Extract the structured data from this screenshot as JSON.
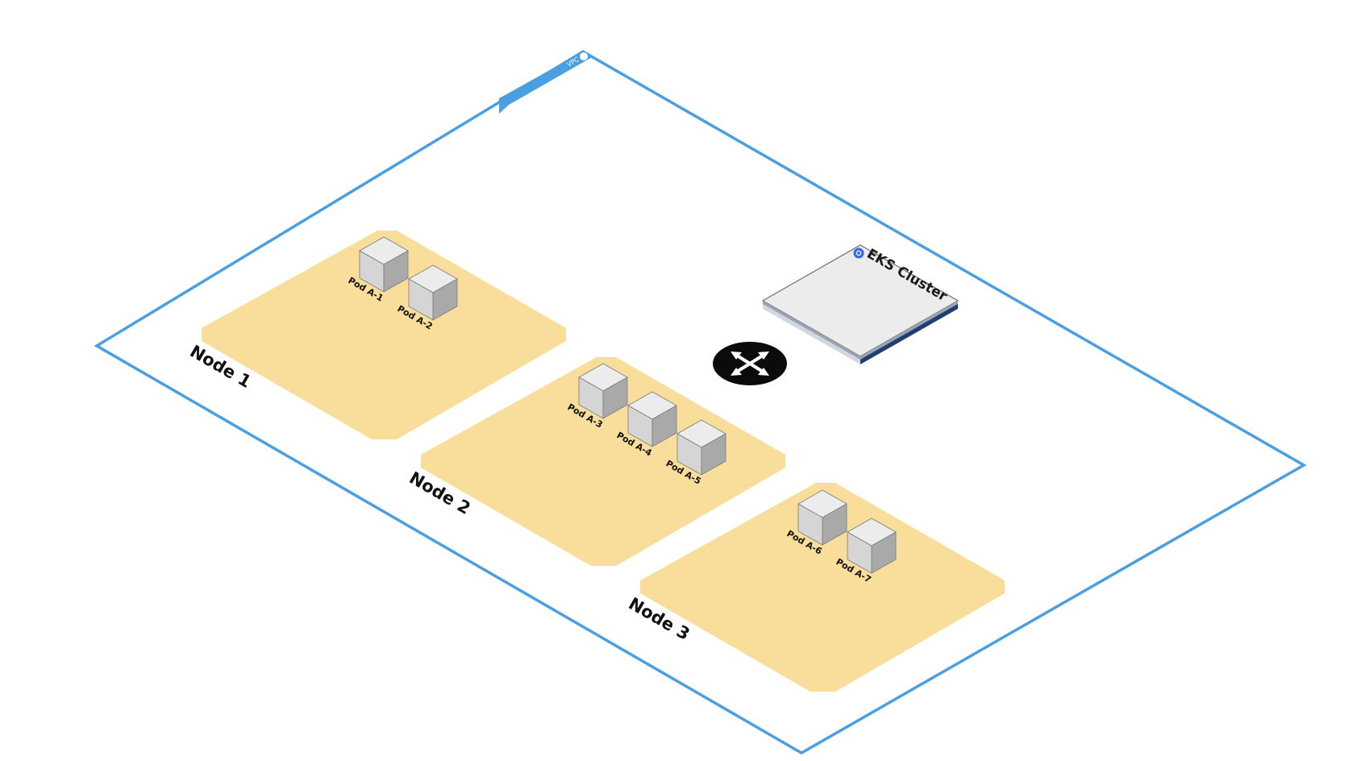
{
  "diagram": {
    "vpc": {
      "label": "VPC",
      "border_color": "#4a9fe0"
    },
    "cluster": {
      "label": "EKS Cluster",
      "icon": "kubernetes-icon"
    },
    "router": {
      "icon": "move-arrows-icon"
    },
    "node_color": "#f8de9a",
    "nodes": [
      {
        "label": "Node 1",
        "pods": [
          "Pod A-1",
          "Pod A-2"
        ]
      },
      {
        "label": "Node 2",
        "pods": [
          "Pod A-3",
          "Pod A-4",
          "Pod A-5"
        ]
      },
      {
        "label": "Node 3",
        "pods": [
          "Pod A-6",
          "Pod A-7"
        ]
      }
    ]
  }
}
